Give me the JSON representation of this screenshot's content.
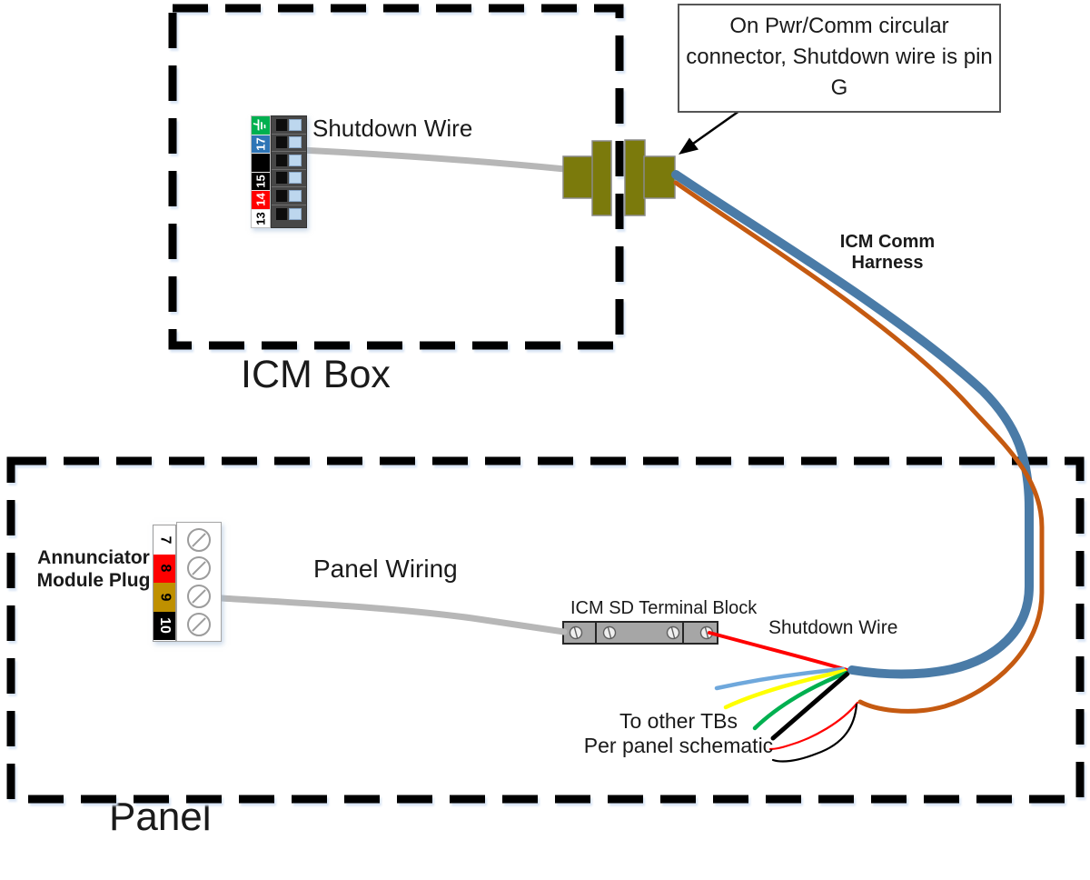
{
  "icm_box": {
    "label": "ICM Box",
    "shutdown_wire_label": "Shutdown Wire",
    "terminal_block": {
      "rows": [
        {
          "label": "",
          "icon": "ground-icon",
          "color": "#00b050",
          "text_color": "#ffffff"
        },
        {
          "label": "17",
          "color": "#2e75b6",
          "text_color": "#ffffff"
        },
        {
          "label": "",
          "color": "#000000",
          "text_color": "#ffffff"
        },
        {
          "label": "15",
          "color": "#000000",
          "text_color": "#ffffff"
        },
        {
          "label": "14",
          "color": "#ff0000",
          "text_color": "#ffffff"
        },
        {
          "label": "13",
          "color": "#ffffff",
          "text_color": "#000000"
        }
      ]
    }
  },
  "callout": {
    "text": "On Pwr/Comm circular connector, Shutdown wire is pin G"
  },
  "harness": {
    "label": "ICM Comm Harness"
  },
  "panel": {
    "label": "Panel",
    "annunciator_plug": {
      "label": "Annunciator Module Plug",
      "rows": [
        {
          "label": "7",
          "color": "#ffffff",
          "text_color": "#000000"
        },
        {
          "label": "8",
          "color": "#ff0000",
          "text_color": "#000000"
        },
        {
          "label": "9",
          "color": "#bf9000",
          "text_color": "#000000"
        },
        {
          "label": "10",
          "color": "#000000",
          "text_color": "#ffffff"
        }
      ]
    },
    "panel_wiring_label": "Panel Wiring",
    "sd_terminal_block_label": "ICM SD Terminal Block",
    "shutdown_wire_label": "Shutdown Wire",
    "note_line1": "To other TBs",
    "note_line2": "Per panel schematic"
  },
  "colors": {
    "harness_blue": "#4a7ba7",
    "harness_orange": "#c55a11",
    "wire_gray": "#b7b7b7",
    "fan_light_blue": "#6fa8dc",
    "fan_yellow": "#ffff00",
    "fan_green": "#00b050",
    "shutdown_red": "#ff0000",
    "fan_black": "#000000",
    "connector_olive": "#7b7a0c",
    "dash_black": "#000000",
    "sd_block_gray": "#a6a6a6"
  }
}
